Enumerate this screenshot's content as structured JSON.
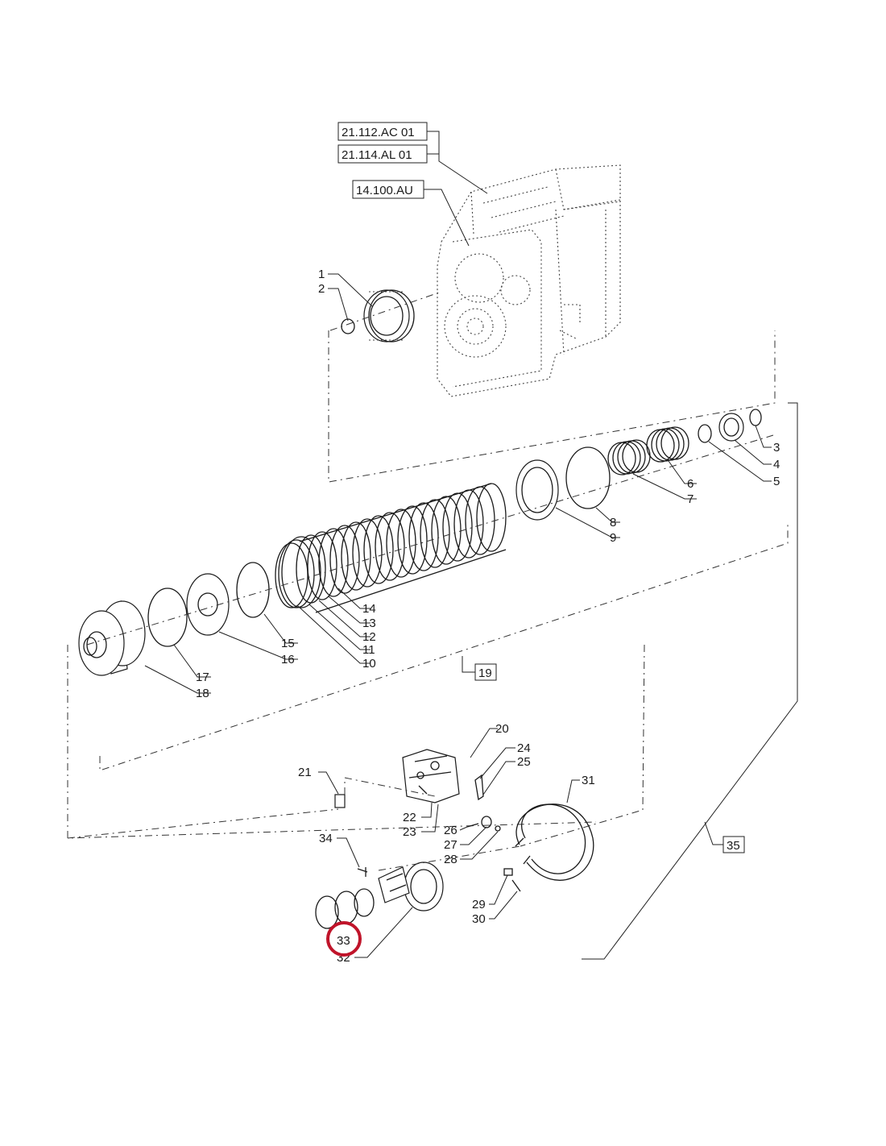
{
  "reference_boxes": {
    "ref_1": "21.112.AC 01",
    "ref_2": "21.114.AL 01",
    "ref_3": "14.100.AU",
    "ref_19": "19",
    "ref_35": "35"
  },
  "callouts": {
    "c1": "1",
    "c2": "2",
    "c3": "3",
    "c4": "4",
    "c5": "5",
    "c6": "6",
    "c7": "7",
    "c8": "8",
    "c9": "9",
    "c10": "10",
    "c11": "11",
    "c12": "12",
    "c13": "13",
    "c14": "14",
    "c15": "15",
    "c16": "16",
    "c17": "17",
    "c18": "18",
    "c20": "20",
    "c21": "21",
    "c22": "22",
    "c23": "23",
    "c24": "24",
    "c25": "25",
    "c26": "26",
    "c27": "27",
    "c28": "28",
    "c29": "29",
    "c30": "30",
    "c31": "31",
    "c32": "32",
    "c33": "33",
    "c34": "34"
  },
  "highlight": {
    "label": "33",
    "color": "#c0142a"
  }
}
